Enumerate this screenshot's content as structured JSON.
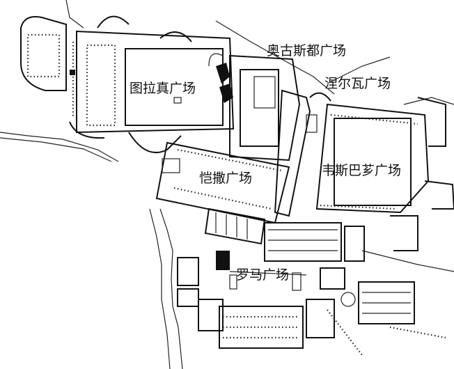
{
  "map": {
    "labels": {
      "trajan": "图拉真广场",
      "augustus": "奥古斯都广场",
      "nerva": "涅尔瓦广场",
      "caesar": "恺撒广场",
      "vespasian": "韦斯巴芗广场",
      "romanum": "罗马广场"
    },
    "colors": {
      "ink": "#111111",
      "paper": "#ffffff"
    }
  }
}
